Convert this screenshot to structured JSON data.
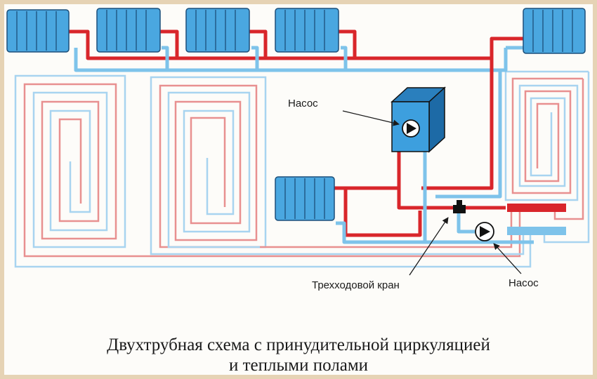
{
  "labels": {
    "pump_top": "Насос",
    "pump_bottom": "Насос",
    "three_way_valve": "Трехходовой кран"
  },
  "caption": {
    "line1": "Двухтрубная схема с принудительной циркуляцией",
    "line2": "и теплыми полами"
  },
  "colors": {
    "supply": "#d9262b",
    "return": "#7ec3ea",
    "radiator": "#4aa7e0",
    "floor_supply": "#e89090",
    "floor_return": "#a8d4f0",
    "boiler_front": "#3d9fde",
    "background": "#fdfcf9",
    "frame": "#e6d3b5"
  },
  "icons": [
    "pump-icon",
    "pump-icon",
    "three-way-valve-icon",
    "radiator-icon",
    "boiler-icon",
    "manifold-icon"
  ]
}
